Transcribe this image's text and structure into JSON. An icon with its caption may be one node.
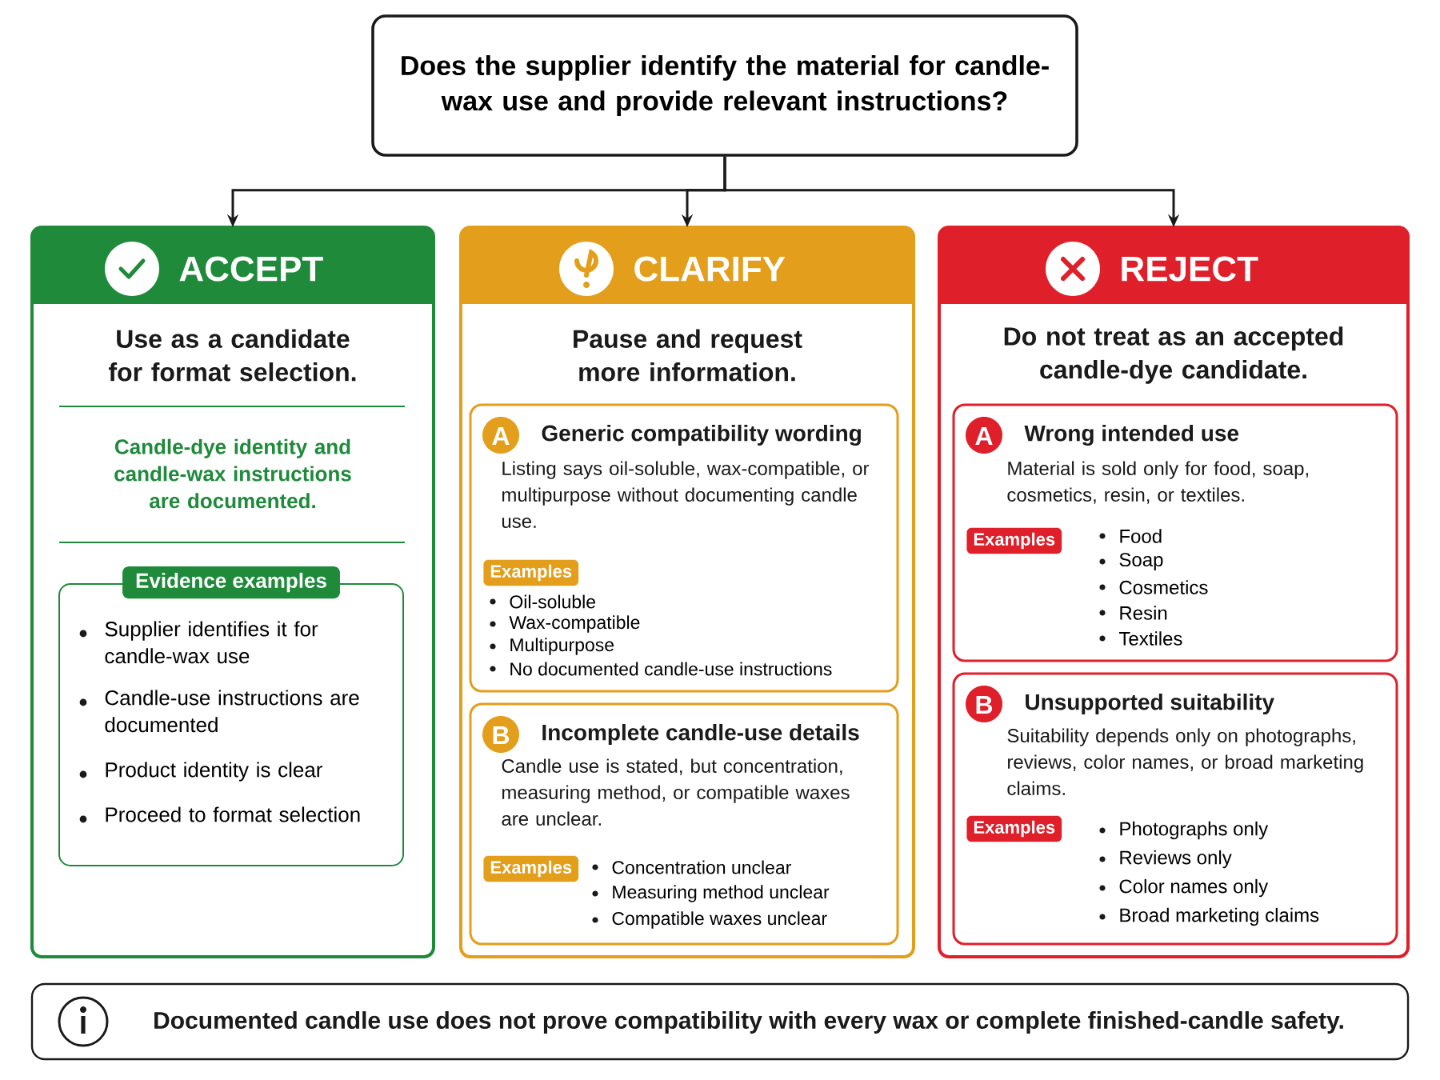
{
  "diagram": {
    "nodes": [
      {
        "text": [
          "Does the supplier identify the material for candle-wax use and provide relevant instructions?"
        ]
      },
      {
        "text": [
          "ACCEPT",
          "Use as a candidate for format selection.",
          "Candle-dye identity and candle-wax instructions are documented."
        ]
      },
      {
        "text": [
          "Evidence examples",
          "Supplier identifies it for candle-wax use",
          "Candle-use instructions are documented",
          "Product identity is clear",
          "Proceed to format selection"
        ],
        "in": 1
      },
      {
        "text": [
          "CLARIFY",
          "Pause and request more information."
        ]
      },
      {
        "text": [
          "A",
          "Generic compatibility wording",
          "Listing says oil-soluble, wax-compatible, or multipurpose without documenting candle use.",
          "Examples",
          "Oil-soluble",
          "Wax-compatible",
          "Multipurpose",
          "No documented candle-use instructions"
        ],
        "in": 3
      },
      {
        "text": [
          "B",
          "Incomplete candle-use details",
          "Candle use is stated, but concentration, measuring method, or compatible waxes are unclear.",
          "Examples",
          "Concentration unclear",
          "Measuring method unclear",
          "Compatible waxes unclear"
        ],
        "in": 3
      },
      {
        "text": [
          "REJECT",
          "Do not treat as an accepted candle-dye candidate."
        ]
      },
      {
        "text": [
          "A",
          "Wrong intended use",
          "Material is sold only for food, soap, cosmetics, resin, or textiles.",
          "Examples",
          "Food",
          "Soap",
          "Cosmetics",
          "Resin",
          "Textiles"
        ],
        "in": 6
      },
      {
        "text": [
          "B",
          "Unsupported suitability",
          "Suitability depends only on photographs, reviews, color names, or broad marketing claims.",
          "Examples",
          "Photographs only",
          "Reviews only",
          "Color names only",
          "Broad marketing claims"
        ],
        "in": 6
      },
      {
        "text": [
          "Documented candle use does not prove compatibility with every wax or complete finished-candle safety."
        ]
      }
    ],
    "edges": [
      {
        "from": 0,
        "to": 1,
        "arrow": "to"
      },
      {
        "from": 0,
        "to": 3,
        "arrow": "to"
      },
      {
        "from": 0,
        "to": 6,
        "arrow": "to"
      }
    ]
  }
}
